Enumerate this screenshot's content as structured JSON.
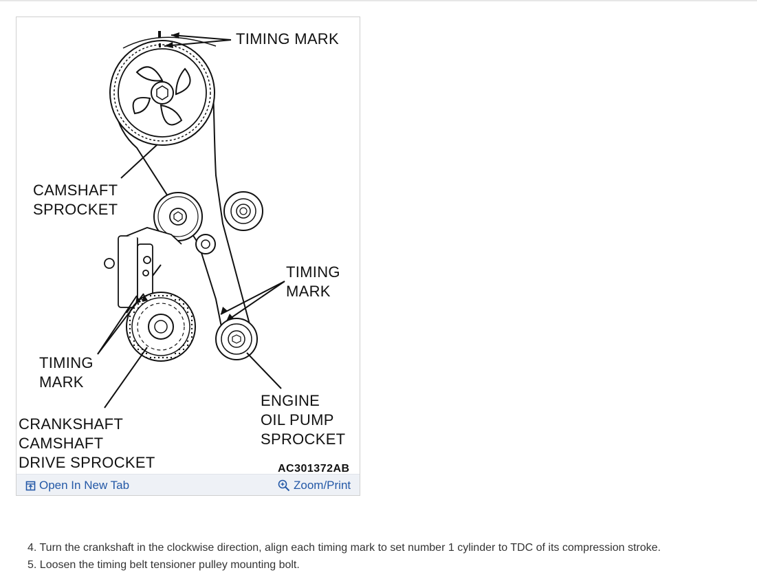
{
  "figure": {
    "labels": {
      "timing_mark_top": "TIMING MARK",
      "camshaft_sprocket": "CAMSHAFT\nSPROCKET",
      "timing_mark_right": "TIMING\nMARK",
      "timing_mark_left": "TIMING\nMARK",
      "crankshaft_sprocket": "CRANKSHAFT\nCAMSHAFT\nDRIVE SPROCKET",
      "oil_pump_sprocket": "ENGINE\nOIL PUMP\nSPROCKET"
    },
    "figure_id": "AC301372AB"
  },
  "toolbar": {
    "open_tab_label": "Open In New Tab",
    "open_tab_icon": "open-in-new-tab-icon",
    "zoom_label": "Zoom/Print",
    "zoom_icon": "zoom-in-icon",
    "link_color": "#2358a6"
  },
  "steps": [
    "4. Turn the crankshaft in the clockwise direction, align each timing mark to set number 1 cylinder to TDC of its compression stroke.",
    "5. Loosen the timing belt tensioner pulley mounting bolt."
  ]
}
